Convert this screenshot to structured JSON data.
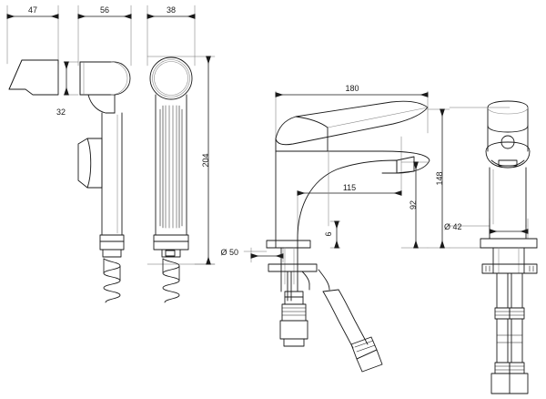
{
  "drawing": {
    "title": "Bidet sprayer and basin mixer technical drawing",
    "units": "mm",
    "line_color": "#1a1a1a",
    "dim_color": "#1a1a1a",
    "shade_color": "#9a9a9a",
    "background": "#ffffff"
  },
  "views": [
    {
      "id": "wall-bracket",
      "name": "Wall bracket side view"
    },
    {
      "id": "sprayer-side",
      "name": "Hand sprayer side view"
    },
    {
      "id": "sprayer-front",
      "name": "Hand sprayer front view"
    },
    {
      "id": "mixer-side",
      "name": "Basin mixer side view"
    },
    {
      "id": "mixer-front",
      "name": "Basin mixer front view"
    }
  ],
  "dimensions": {
    "bracket_width": "47",
    "sprayer_side_width": "56",
    "sprayer_front_width": "38",
    "bracket_height": "32",
    "sprayer_length": "204",
    "spout_reach_total": "180",
    "spout_reach": "115",
    "body_height": "148",
    "spout_height": "92",
    "aerator_offset": "6",
    "base_diameter": "Ø 50",
    "body_diameter": "Ø 42"
  }
}
